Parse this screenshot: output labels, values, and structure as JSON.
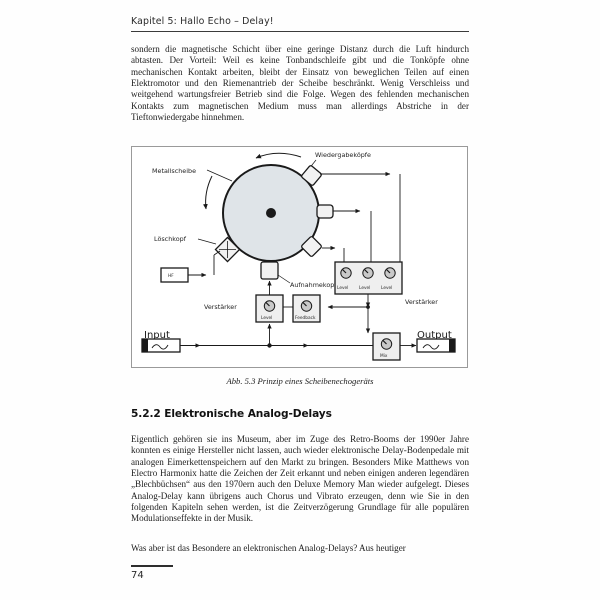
{
  "running_head": "Kapitel 5: Hallo Echo – Delay!",
  "paragraphs": {
    "p1": "sondern die magnetische Schicht über eine geringe Distanz durch die Luft hindurch abtasten. Der Vorteil: Weil es keine Tonbandschleife gibt und die Tonköpfe ohne mechanischen Kontakt arbeiten, bleibt der Einsatz von beweglichen Teilen auf einen Elektromotor und den Riemenantrieb der Scheibe beschränkt. Wenig Verschleiss und weitgehend wartungsfreier Betrieb sind die Folge. Wegen des fehlenden mechanischen Kontakts zum magnetischen Medium muss man allerdings Abstriche in der Tieftonwiedergabe hinnehmen.",
    "p2": "Eigentlich gehören sie ins Museum, aber im Zuge des Retro-Booms der 1990er Jahre konnten es einige Hersteller nicht lassen, auch wieder elektronische Delay-Bodenpedale mit analogen Eimerkettenspeichern auf den Markt zu bringen. Besonders Mike Matthews von Electro Harmonix hatte die Zeichen der Zeit erkannt und neben einigen anderen legendären „Blechbüchsen“ aus den 1970ern auch den Deluxe Memory Man wieder aufgelegt. Dieses Analog-Delay kann übrigens auch Chorus und Vibrato erzeugen, denn wie Sie in den folgenden Kapiteln sehen werden, ist die Zeitverzögerung Grundlage für alle populären Modulationseffekte in der Musik.",
    "p3": "Was aber ist das Besondere an elektronischen Analog-Delays? Aus heutiger"
  },
  "figure": {
    "caption": "Abb. 5.3 Prinzip eines Scheibenechogeräts",
    "labels": {
      "metallscheibe": "Metallscheibe",
      "wiedergabekoepfe": "Wiedergabeköpfe",
      "loeschkopf": "Löschkopf",
      "aufnahmekopf": "Aufnahmekopf",
      "hf": "HF",
      "verstaerker_right": "Verstärker",
      "verstaerker_left": "Verstärker",
      "input": "Input",
      "output": "Output"
    },
    "knobs": {
      "level_1": "Level",
      "level_2": "Level",
      "level_3": "Level",
      "level_amp": "Level",
      "feedback": "Feedback",
      "mix": "Mix"
    },
    "colors": {
      "disc_fill": "#dfe4e8",
      "outline": "#1a1a1a",
      "frame": "#9a9a9a",
      "knob_body": "#c9c9c9",
      "box_fill": "#efefef"
    }
  },
  "section_heading": "5.2.2 Elektronische Analog-Delays",
  "folio": "74"
}
